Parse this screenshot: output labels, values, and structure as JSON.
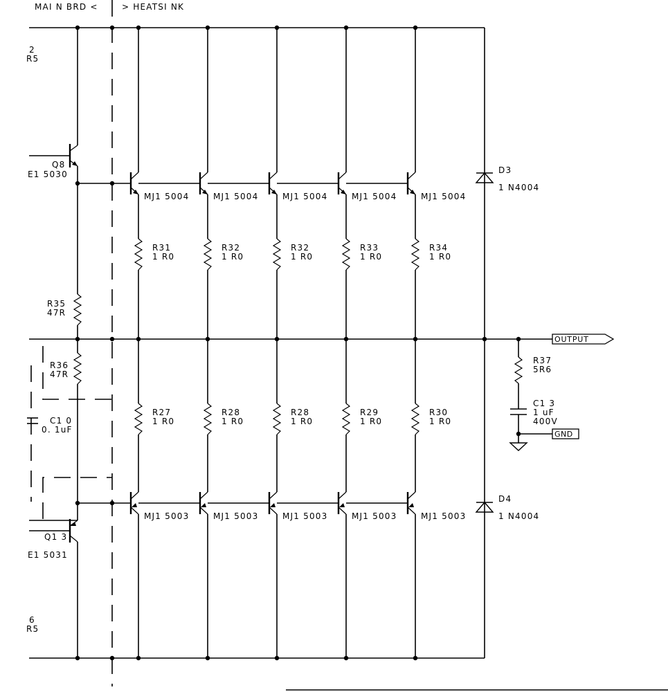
{
  "header": {
    "left": "MAI N  BRD  <",
    "right": ">  HEATSI NK"
  },
  "edge_labels": {
    "top_ref": "2",
    "top_value": "R5",
    "bottom_ref": "6",
    "bottom_value": "R5"
  },
  "drivers": {
    "q8_ref": "Q8",
    "q8_part": "E1 5030",
    "q13_ref": "Q1 3",
    "q13_part": "E1 5031"
  },
  "bias_resistors": [
    {
      "ref": "R35",
      "value": "47R"
    },
    {
      "ref": "R36",
      "value": "47R"
    }
  ],
  "capacitor_c10": {
    "ref": "C1 0",
    "value": "0. 1uF"
  },
  "upper_transistors": [
    "MJ1 5004",
    "MJ1 5004",
    "MJ1 5004",
    "MJ1 5004",
    "MJ1 5004"
  ],
  "lower_transistors": [
    "MJ1 5003",
    "MJ1 5003",
    "MJ1 5003",
    "MJ1 5003",
    "MJ1 5003"
  ],
  "upper_resistors": [
    {
      "ref": "R31",
      "value": "1 R0"
    },
    {
      "ref": "R32",
      "value": "1 R0"
    },
    {
      "ref": "R32",
      "value": "1 R0"
    },
    {
      "ref": "R33",
      "value": "1 R0"
    },
    {
      "ref": "R34",
      "value": "1 R0"
    }
  ],
  "lower_resistors": [
    {
      "ref": "R27",
      "value": "1 R0"
    },
    {
      "ref": "R28",
      "value": "1 R0"
    },
    {
      "ref": "R28",
      "value": "1 R0"
    },
    {
      "ref": "R29",
      "value": "1 R0"
    },
    {
      "ref": "R30",
      "value": "1 R0"
    }
  ],
  "diodes": [
    {
      "ref": "D3",
      "part": "1 N4004"
    },
    {
      "ref": "D4",
      "part": "1 N4004"
    }
  ],
  "zobel": {
    "r_ref": "R37",
    "r_value": "5R6",
    "c_ref": "C1 3",
    "c_value": "1 uF",
    "c_voltage": "400V"
  },
  "ports": {
    "output": "OUTPUT",
    "gnd": "GND"
  }
}
